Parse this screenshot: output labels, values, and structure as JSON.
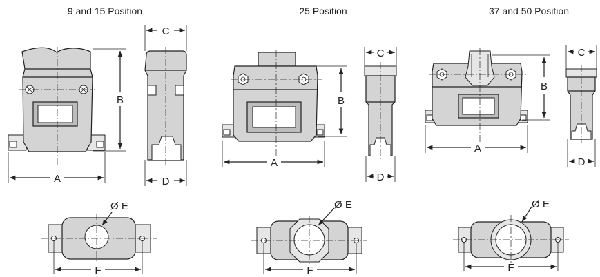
{
  "variants": [
    {
      "title": "9 and 15 Position"
    },
    {
      "title": "25 Position"
    },
    {
      "title": "37 and 50 Position"
    }
  ],
  "dimensions": {
    "a": "A",
    "b": "B",
    "c": "C",
    "d": "D",
    "e": "Ø E",
    "f": "F"
  }
}
